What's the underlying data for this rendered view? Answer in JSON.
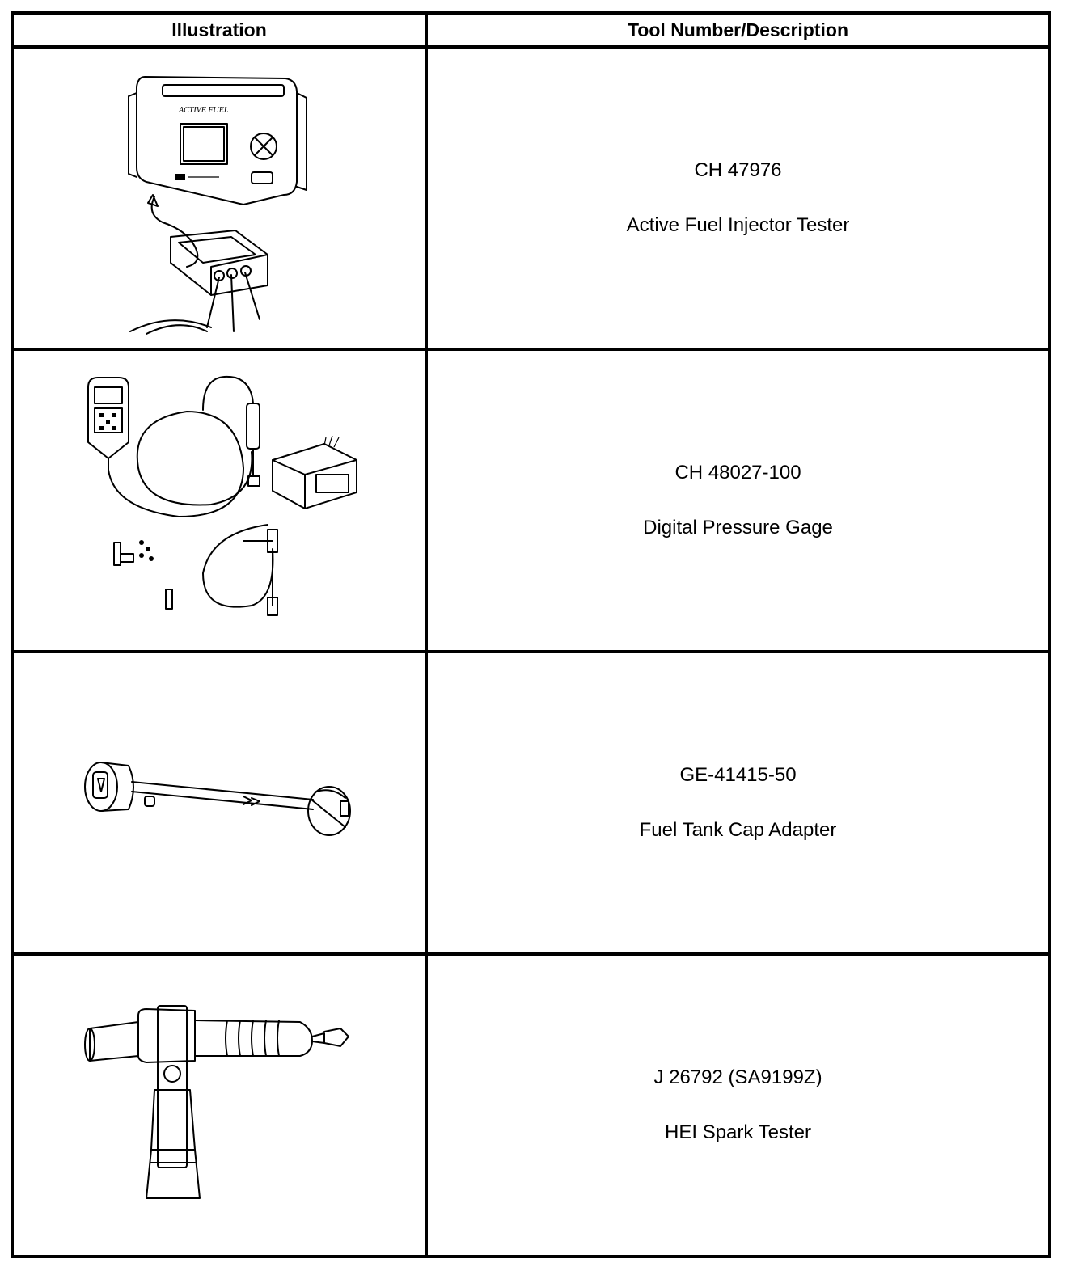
{
  "table": {
    "headers": {
      "illustration": "Illustration",
      "tool": "Tool Number/Description"
    },
    "rows": [
      {
        "tool_number": "CH 47976",
        "description": "Active Fuel Injector Tester",
        "illustration_icon": "fuel-injector-tester-icon"
      },
      {
        "tool_number": "CH 48027-100",
        "description": "Digital Pressure Gage",
        "illustration_icon": "pressure-gage-kit-icon"
      },
      {
        "tool_number": "GE-41415-50",
        "description": "Fuel Tank Cap Adapter",
        "illustration_icon": "fuel-tank-cap-adapter-icon"
      },
      {
        "tool_number": "J 26792 (SA9199Z)",
        "description": "HEI Spark Tester",
        "illustration_icon": "spark-tester-icon"
      }
    ]
  }
}
